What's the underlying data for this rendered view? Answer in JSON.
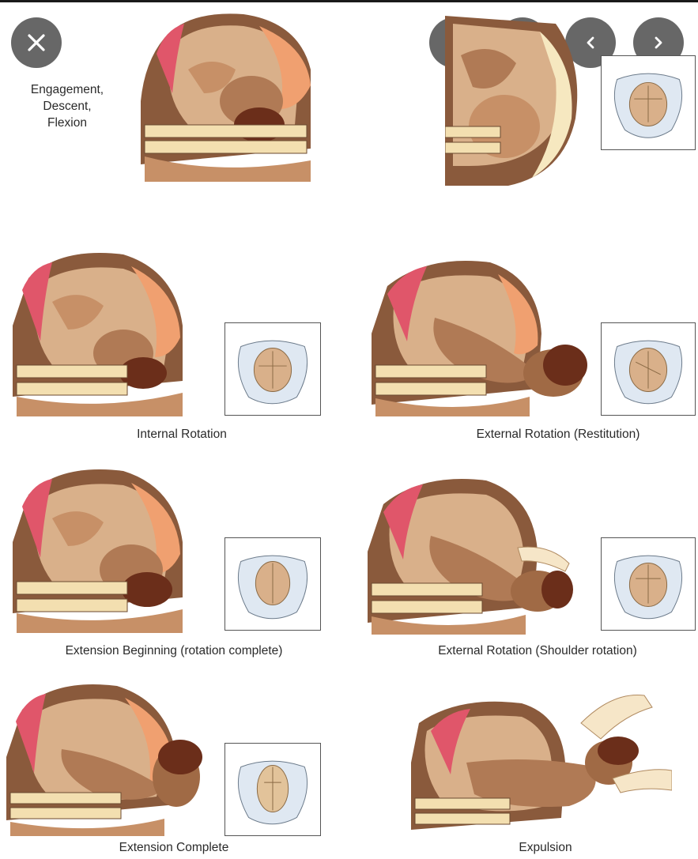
{
  "viewer": {
    "close_icon": "close-icon",
    "lens_icon": "visual-search-icon",
    "more_icon": "more-vertical-icon",
    "prev_icon": "chevron-left-icon",
    "next_icon": "chevron-right-icon"
  },
  "figure": {
    "captions": {
      "engagement_line1": "Engagement,",
      "engagement_line2": "Descent,",
      "engagement_line3": "Flexion",
      "internal_rotation": "Internal Rotation",
      "external_rotation_restitution": "External Rotation (Restitution)",
      "extension_beginning": "Extension Beginning (rotation complete)",
      "external_rotation_shoulder": "External Rotation (Shoulder rotation)",
      "extension_complete": "Extension Complete",
      "expulsion": "Expulsion"
    },
    "colors": {
      "skin_dark": "#8a5a3c",
      "skin_mid": "#b07a55",
      "skin_light": "#d9b08a",
      "uterus_pink": "#e0566a",
      "placenta_orange": "#f0a070",
      "hair": "#6b2e1a",
      "spine_cream": "#f3dfb0",
      "pelvis_blue": "#dfe8f2",
      "ctrl_bg": "#464646"
    }
  }
}
